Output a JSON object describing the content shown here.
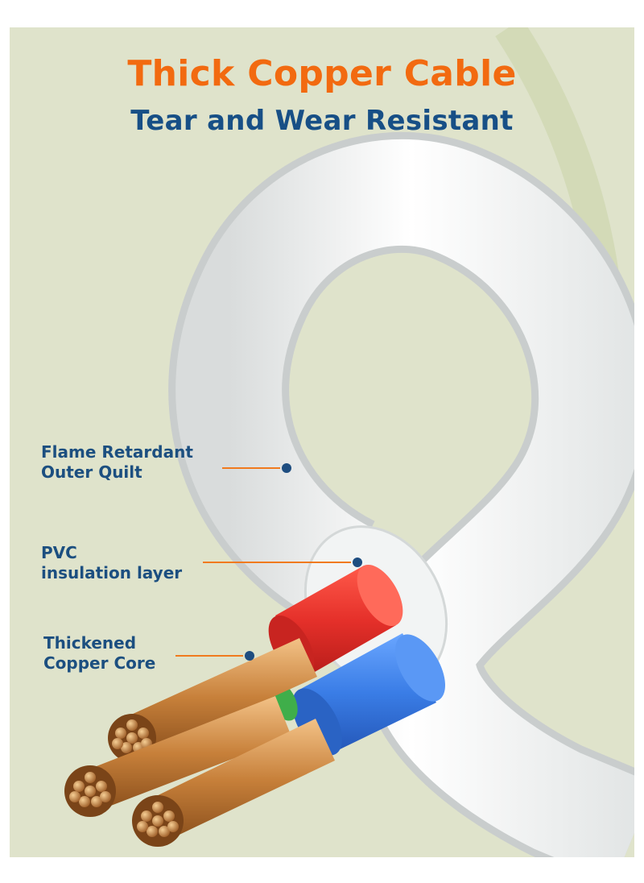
{
  "header": {
    "title": "Thick Copper Cable",
    "subtitle": "Tear and Wear Resistant"
  },
  "labels": [
    {
      "lines": [
        "Flame Retardant",
        "Outer Quilt"
      ]
    },
    {
      "lines": [
        "PVC",
        "insulation layer"
      ]
    },
    {
      "lines": [
        "Thickened",
        "Copper Core"
      ]
    }
  ],
  "colors": {
    "background": "#dfe3cb",
    "title": "#f26a10",
    "subtitle": "#174f86",
    "label": "#1c4f80",
    "leader_line": "#f07a1e",
    "marker": "#1e4d80",
    "red_wire": "#e5302a",
    "blue_wire": "#3a7de6",
    "copper": "#c7803a"
  }
}
